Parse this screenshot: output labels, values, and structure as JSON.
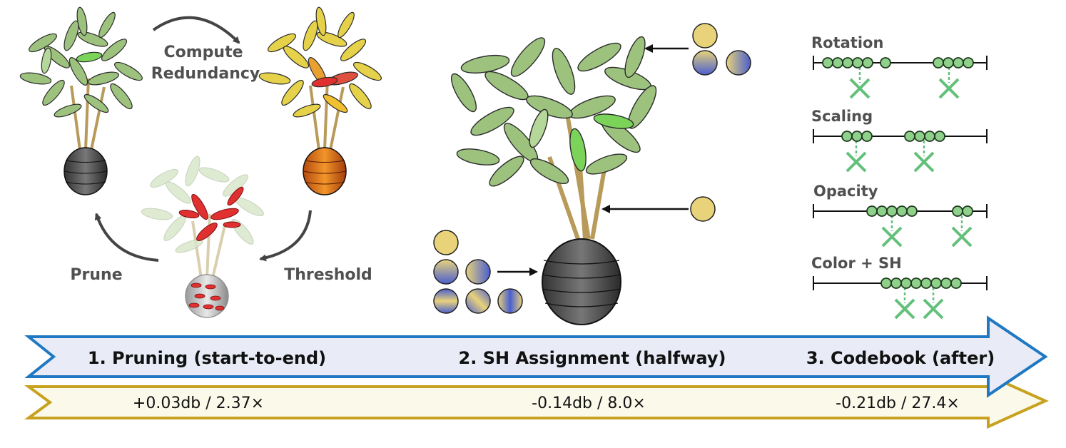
{
  "cycle": {
    "compute_label_line1": "Compute",
    "compute_label_line2": "Redundancy",
    "threshold_label": "Threshold",
    "prune_label": "Prune"
  },
  "codebook": {
    "attributes": [
      {
        "label": "Rotation"
      },
      {
        "label": "Scaling"
      },
      {
        "label": "Opacity"
      },
      {
        "label": "Color + SH"
      }
    ]
  },
  "stages": [
    {
      "label": "1. Pruning (start-to-end)",
      "metric": "+0.03db / 2.37×"
    },
    {
      "label": "2. SH Assignment (halfway)",
      "metric": "-0.14db / 8.0×"
    },
    {
      "label": "3. Codebook (after)",
      "metric": "-0.21db / 27.4×"
    }
  ],
  "colors": {
    "blue_arrow_fill": "#e9ecf7",
    "blue_arrow_stroke": "#1f78c1",
    "gold_arrow_fill": "#fbf9ea",
    "gold_arrow_stroke": "#c8a21f",
    "leaf_green": "#9cc27e",
    "leaf_yellow": "#e6d24a",
    "pruned_red": "#e03030",
    "codebook_green": "#8fd08a",
    "cross_green": "#63c07a",
    "sh_yellow": "#e8d27a",
    "sh_blue": "#4a5fd0"
  }
}
